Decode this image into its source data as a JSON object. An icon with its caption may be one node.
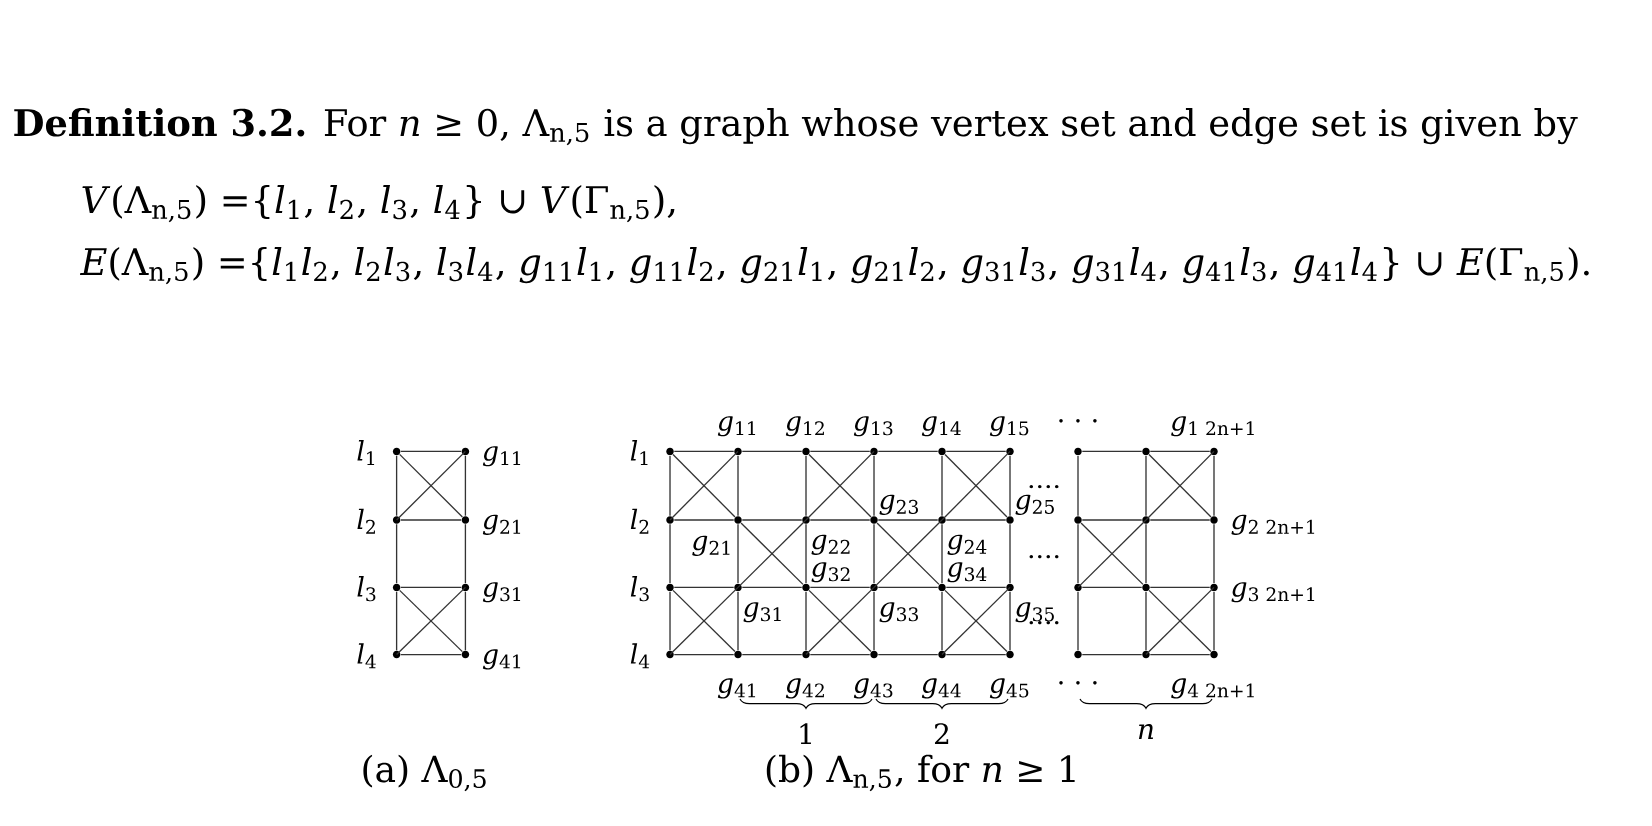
{
  "diagram": {
    "nodes": [
      {
        "text": [],
        "shape": "circle",
        "beside": [
          "*l*$_{1}$"
        ]
      },
      {
        "text": [],
        "shape": "circle",
        "beside": [
          "*g*$_{11}$"
        ]
      },
      {
        "text": [],
        "shape": "circle",
        "beside": [
          "*l*$_{2}$"
        ]
      },
      {
        "text": [],
        "shape": "circle",
        "beside": [
          "*g*$_{21}$"
        ]
      },
      {
        "text": [],
        "shape": "circle",
        "beside": [
          "*l*$_{3}$"
        ]
      },
      {
        "text": [],
        "shape": "circle",
        "beside": [
          "*g*$_{31}$"
        ]
      },
      {
        "text": [],
        "shape": "circle",
        "beside": [
          "*l*$_{4}$"
        ]
      },
      {
        "text": [],
        "shape": "circle",
        "beside": [
          "*g*$_{41}$"
        ]
      },
      {
        "text": [],
        "shape": "circle",
        "beside": [
          "*l*$_{1}$"
        ]
      },
      {
        "text": [],
        "shape": "circle",
        "beside": [
          "*g*$_{11}$"
        ]
      },
      {
        "text": [],
        "shape": "circle",
        "beside": [
          "*g*$_{12}$"
        ]
      },
      {
        "text": [],
        "shape": "circle",
        "beside": [
          "*g*$_{13}$"
        ]
      },
      {
        "text": [],
        "shape": "circle",
        "beside": [
          "*g*$_{14}$"
        ]
      },
      {
        "text": [],
        "shape": "circle",
        "beside": [
          "*g*$_{15}$"
        ]
      },
      {
        "text": [],
        "shape": "circle"
      },
      {
        "text": [],
        "shape": "circle"
      },
      {
        "text": [],
        "shape": "circle",
        "beside": [
          "*g*$_{1 2n+1}$"
        ]
      },
      {
        "text": [],
        "shape": "circle",
        "beside": [
          "*l*$_{2}$"
        ]
      },
      {
        "text": [],
        "shape": "circle",
        "beside": [
          "*g*$_{21}$"
        ]
      },
      {
        "text": [],
        "shape": "circle",
        "beside": [
          "*g*$_{22}$"
        ]
      },
      {
        "text": [],
        "shape": "circle",
        "beside": [
          "*g*$_{23}$"
        ]
      },
      {
        "text": [],
        "shape": "circle",
        "beside": [
          "*g*$_{24}$"
        ]
      },
      {
        "text": [],
        "shape": "circle",
        "beside": [
          "*g*$_{25}$"
        ]
      },
      {
        "text": [],
        "shape": "circle"
      },
      {
        "text": [],
        "shape": "circle"
      },
      {
        "text": [],
        "shape": "circle",
        "beside": [
          "*g*$_{2 2n+1}$"
        ]
      },
      {
        "text": [],
        "shape": "circle",
        "beside": [
          "*l*$_{3}$"
        ]
      },
      {
        "text": [],
        "shape": "circle",
        "beside": [
          "*g*$_{31}$"
        ]
      },
      {
        "text": [],
        "shape": "circle",
        "beside": [
          "*g*$_{32}$"
        ]
      },
      {
        "text": [],
        "shape": "circle",
        "beside": [
          "*g*$_{33}$"
        ]
      },
      {
        "text": [],
        "shape": "circle",
        "beside": [
          "*g*$_{34}$"
        ]
      },
      {
        "text": [],
        "shape": "circle",
        "beside": [
          "*g*$_{35}$"
        ]
      },
      {
        "text": [],
        "shape": "circle"
      },
      {
        "text": [],
        "shape": "circle"
      },
      {
        "text": [],
        "shape": "circle",
        "beside": [
          "*g*$_{3 2n+1}$"
        ]
      },
      {
        "text": [],
        "shape": "circle",
        "beside": [
          "*l*$_{4}$"
        ]
      },
      {
        "text": [],
        "shape": "circle",
        "beside": [
          "*g*$_{41}$"
        ]
      },
      {
        "text": [],
        "shape": "circle",
        "beside": [
          "*g*$_{42}$"
        ]
      },
      {
        "text": [],
        "shape": "circle",
        "beside": [
          "*g*$_{43}$"
        ]
      },
      {
        "text": [],
        "shape": "circle",
        "beside": [
          "*g*$_{44}$"
        ]
      },
      {
        "text": [],
        "shape": "circle",
        "beside": [
          "*g*$_{45}$"
        ]
      },
      {
        "text": [],
        "shape": "circle"
      },
      {
        "text": [],
        "shape": "circle"
      },
      {
        "text": [],
        "shape": "circle",
        "beside": [
          "*g*$_{4 2n+1}$"
        ]
      }
    ],
    "edges": [
      {
        "from": 0,
        "to": 1,
        "arrow": "none"
      },
      {
        "from": 2,
        "to": 3,
        "arrow": "none"
      },
      {
        "from": 4,
        "to": 5,
        "arrow": "none"
      },
      {
        "from": 6,
        "to": 7,
        "arrow": "none"
      },
      {
        "from": 0,
        "to": 2,
        "arrow": "none"
      },
      {
        "from": 2,
        "to": 4,
        "arrow": "none"
      },
      {
        "from": 4,
        "to": 6,
        "arrow": "none"
      },
      {
        "from": 1,
        "to": 3,
        "arrow": "none"
      },
      {
        "from": 3,
        "to": 5,
        "arrow": "none"
      },
      {
        "from": 5,
        "to": 7,
        "arrow": "none"
      },
      {
        "from": 0,
        "to": 3,
        "arrow": "none"
      },
      {
        "from": 2,
        "to": 1,
        "arrow": "none"
      },
      {
        "from": 4,
        "to": 7,
        "arrow": "none"
      },
      {
        "from": 6,
        "to": 5,
        "arrow": "none"
      },
      {
        "from": 8,
        "to": 9,
        "arrow": "none"
      },
      {
        "from": 9,
        "to": 10,
        "arrow": "none"
      },
      {
        "from": 10,
        "to": 11,
        "arrow": "none"
      },
      {
        "from": 11,
        "to": 12,
        "arrow": "none"
      },
      {
        "from": 12,
        "to": 13,
        "arrow": "none"
      },
      {
        "from": 14,
        "to": 15,
        "arrow": "none"
      },
      {
        "from": 15,
        "to": 16,
        "arrow": "none"
      },
      {
        "from": 17,
        "to": 18,
        "arrow": "none"
      },
      {
        "from": 18,
        "to": 19,
        "arrow": "none"
      },
      {
        "from": 19,
        "to": 20,
        "arrow": "none"
      },
      {
        "from": 20,
        "to": 21,
        "arrow": "none"
      },
      {
        "from": 21,
        "to": 22,
        "arrow": "none"
      },
      {
        "from": 23,
        "to": 24,
        "arrow": "none"
      },
      {
        "from": 24,
        "to": 25,
        "arrow": "none"
      },
      {
        "from": 26,
        "to": 27,
        "arrow": "none"
      },
      {
        "from": 27,
        "to": 28,
        "arrow": "none"
      },
      {
        "from": 28,
        "to": 29,
        "arrow": "none"
      },
      {
        "from": 29,
        "to": 30,
        "arrow": "none"
      },
      {
        "from": 30,
        "to": 31,
        "arrow": "none"
      },
      {
        "from": 32,
        "to": 33,
        "arrow": "none"
      },
      {
        "from": 33,
        "to": 34,
        "arrow": "none"
      },
      {
        "from": 35,
        "to": 36,
        "arrow": "none"
      },
      {
        "from": 36,
        "to": 37,
        "arrow": "none"
      },
      {
        "from": 37,
        "to": 38,
        "arrow": "none"
      },
      {
        "from": 38,
        "to": 39,
        "arrow": "none"
      },
      {
        "from": 39,
        "to": 40,
        "arrow": "none"
      },
      {
        "from": 41,
        "to": 42,
        "arrow": "none"
      },
      {
        "from": 42,
        "to": 43,
        "arrow": "none"
      },
      {
        "from": 8,
        "to": 17,
        "arrow": "none"
      },
      {
        "from": 17,
        "to": 26,
        "arrow": "none"
      },
      {
        "from": 26,
        "to": 35,
        "arrow": "none"
      },
      {
        "from": 9,
        "to": 18,
        "arrow": "none"
      },
      {
        "from": 18,
        "to": 27,
        "arrow": "none"
      },
      {
        "from": 27,
        "to": 36,
        "arrow": "none"
      },
      {
        "from": 10,
        "to": 19,
        "arrow": "none"
      },
      {
        "from": 19,
        "to": 28,
        "arrow": "none"
      },
      {
        "from": 28,
        "to": 37,
        "arrow": "none"
      },
      {
        "from": 11,
        "to": 20,
        "arrow": "none"
      },
      {
        "from": 20,
        "to": 29,
        "arrow": "none"
      },
      {
        "from": 29,
        "to": 38,
        "arrow": "none"
      },
      {
        "from": 12,
        "to": 21,
        "arrow": "none"
      },
      {
        "from": 21,
        "to": 30,
        "arrow": "none"
      },
      {
        "from": 30,
        "to": 39,
        "arrow": "none"
      },
      {
        "from": 13,
        "to": 22,
        "arrow": "none"
      },
      {
        "from": 22,
        "to": 31,
        "arrow": "none"
      },
      {
        "from": 31,
        "to": 40,
        "arrow": "none"
      },
      {
        "from": 14,
        "to": 23,
        "arrow": "none"
      },
      {
        "from": 23,
        "to": 32,
        "arrow": "none"
      },
      {
        "from": 32,
        "to": 41,
        "arrow": "none"
      },
      {
        "from": 15,
        "to": 24,
        "arrow": "none"
      },
      {
        "from": 24,
        "to": 33,
        "arrow": "none"
      },
      {
        "from": 33,
        "to": 42,
        "arrow": "none"
      },
      {
        "from": 16,
        "to": 25,
        "arrow": "none"
      },
      {
        "from": 25,
        "to": 34,
        "arrow": "none"
      },
      {
        "from": 34,
        "to": 43,
        "arrow": "none"
      },
      {
        "from": 8,
        "to": 18,
        "arrow": "none"
      },
      {
        "from": 9,
        "to": 17,
        "arrow": "none"
      },
      {
        "from": 10,
        "to": 20,
        "arrow": "none"
      },
      {
        "from": 11,
        "to": 19,
        "arrow": "none"
      },
      {
        "from": 12,
        "to": 22,
        "arrow": "none"
      },
      {
        "from": 13,
        "to": 21,
        "arrow": "none"
      },
      {
        "from": 15,
        "to": 25,
        "arrow": "none"
      },
      {
        "from": 16,
        "to": 24,
        "arrow": "none"
      },
      {
        "from": 18,
        "to": 28,
        "arrow": "none"
      },
      {
        "from": 19,
        "to": 27,
        "arrow": "none"
      },
      {
        "from": 20,
        "to": 30,
        "arrow": "none"
      },
      {
        "from": 21,
        "to": 29,
        "arrow": "none"
      },
      {
        "from": 23,
        "to": 33,
        "arrow": "none"
      },
      {
        "from": 24,
        "to": 32,
        "arrow": "none"
      },
      {
        "from": 26,
        "to": 36,
        "arrow": "none"
      },
      {
        "from": 27,
        "to": 35,
        "arrow": "none"
      },
      {
        "from": 28,
        "to": 38,
        "arrow": "none"
      },
      {
        "from": 29,
        "to": 37,
        "arrow": "none"
      },
      {
        "from": 30,
        "to": 40,
        "arrow": "none"
      },
      {
        "from": 31,
        "to": 39,
        "arrow": "none"
      },
      {
        "from": 33,
        "to": 43,
        "arrow": "none"
      },
      {
        "from": 34,
        "to": 42,
        "arrow": "none"
      }
    ],
    "labels": [
      "**Definition 3.2.** For *n* ≥ 0, Λ$_{n,5}$ is a graph whose vertex set and edge set is given by",
      "*V*(Λ$_{n,5}$) ={*l*$_{1}$, *l*$_{2}$, *l*$_{3}$, *l*$_{4}$} ∪ *V*(Γ$_{n,5}$),",
      "*E*(Λ$_{n,5}$) ={*l*$_{1}$*l*$_{2}$, *l*$_{2}$*l*$_{3}$, *l*$_{3}$*l*$_{4}$, *g*$_{11}$*l*$_{1}$, *g*$_{11}$*l*$_{2}$, *g*$_{21}$*l*$_{1}$, *g*$_{21}$*l*$_{2}$, *g*$_{31}$*l*$_{3}$, *g*$_{31}$*l*$_{4}$, *g*$_{41}$*l*$_{3}$, *g*$_{41}$*l*$_{4}$} ∪ *E*(Γ$_{n,5}$).",
      "· · ·",
      "....",
      "....",
      "....",
      "· · ·",
      "1",
      "2",
      "n",
      "(a) Λ$_{0,5}$",
      "(b) Λ$_{n,5}$, for *n* ≥ 1"
    ]
  }
}
